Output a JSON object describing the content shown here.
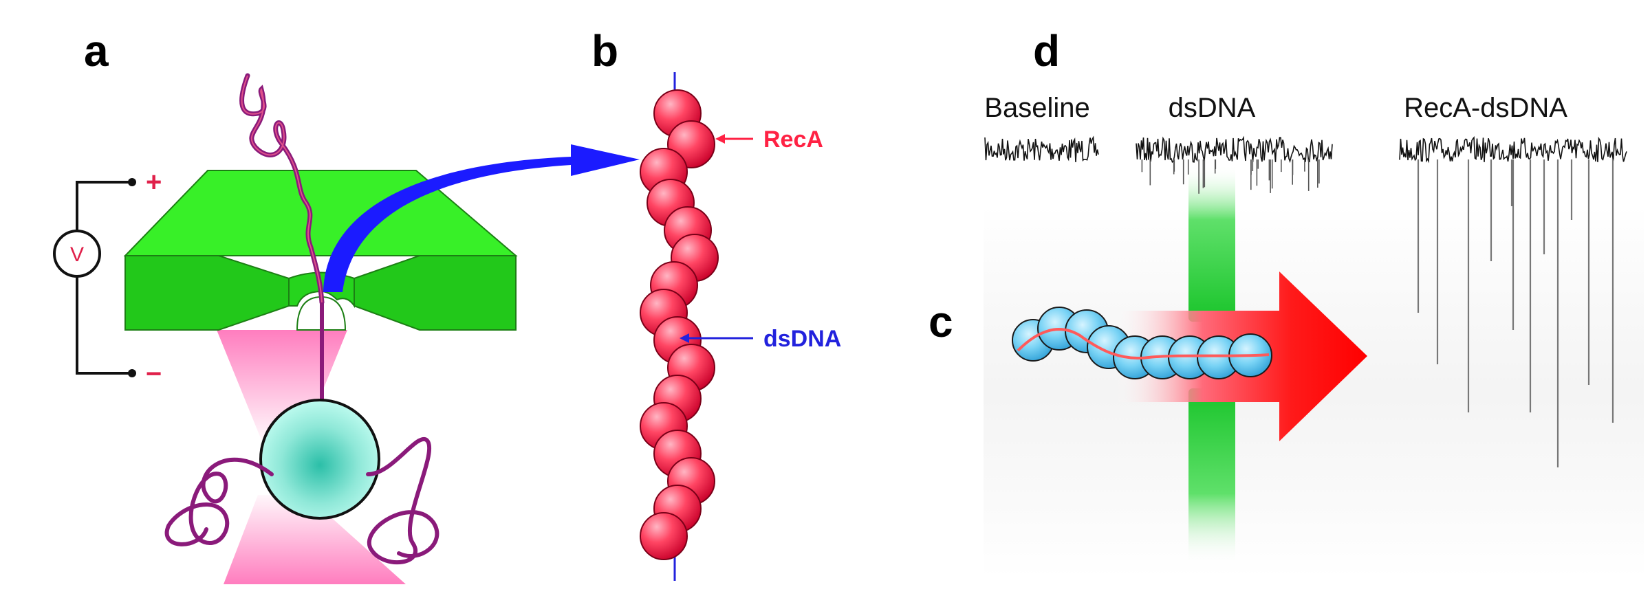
{
  "panels": {
    "a": "a",
    "b": "b",
    "c": "c",
    "d": "d"
  },
  "circuit": {
    "plus": "+",
    "minus": "−",
    "meter": "V"
  },
  "callouts": {
    "reca": "RecA",
    "dsdna": "dsDNA"
  },
  "traces": {
    "baseline": "Baseline",
    "dsdna": "dsDNA",
    "reca_dsdna": "RecA-dsDNA"
  },
  "colors": {
    "membrane_top": "#33ee22",
    "membrane_front": "#22c41a",
    "dna_strand": "#8a1a7a",
    "blue_arrow": "#1b1bff",
    "reca_sphere": "#ff3b5c",
    "callout_red": "#ff2244",
    "callout_blue": "#2222dd",
    "bead": "#9aefe0",
    "red_arrow": "#ff0000",
    "glow_pink": "#ff66b3",
    "pore_green": "#22cc33",
    "blob_blue": "#5cc8f0"
  },
  "icons": {
    "meter": "voltmeter-icon"
  }
}
